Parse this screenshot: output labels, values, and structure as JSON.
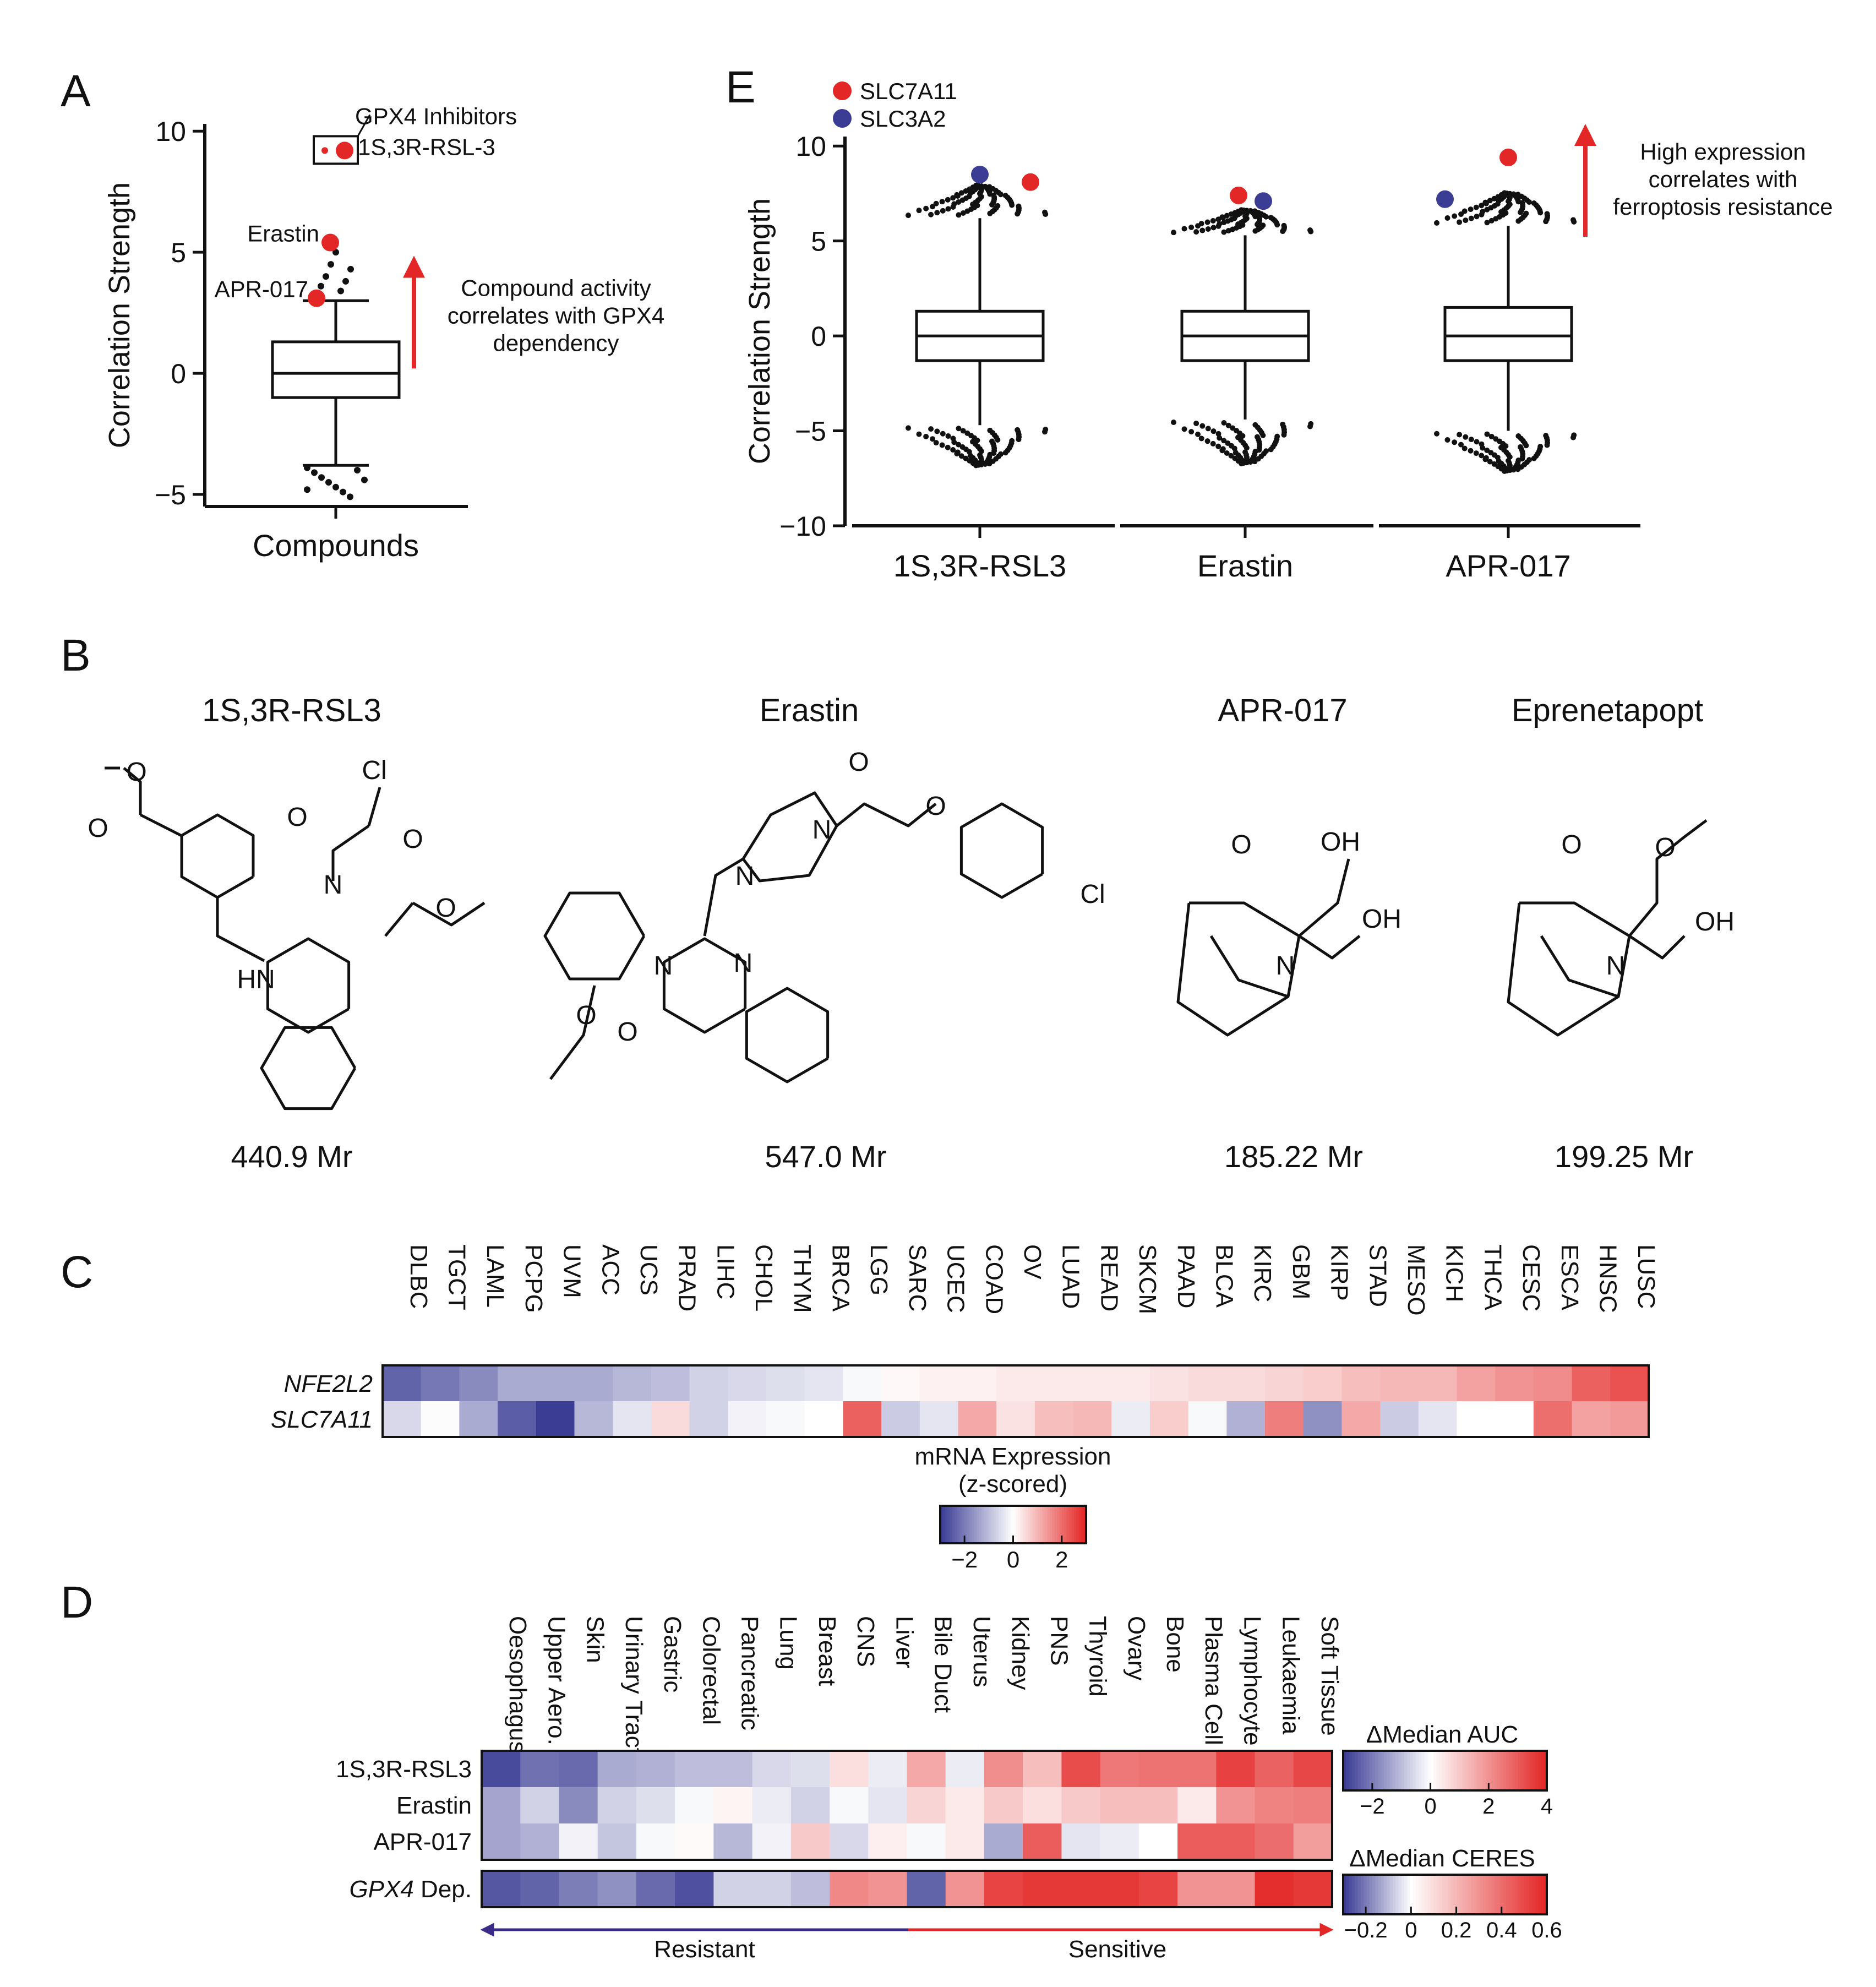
{
  "panel_letters": {
    "a": "A",
    "b": "B",
    "c": "C",
    "d": "D",
    "e": "E"
  },
  "chart_data": [
    {
      "panel": "A",
      "type": "box",
      "ylabel": "Correlation Strength",
      "xlabel": "Compounds",
      "ylim": [
        -5.5,
        10.3
      ],
      "yticks": [
        10,
        5,
        0,
        -5
      ],
      "box": {
        "median": 0.0,
        "q1": -1.0,
        "q3": 1.3,
        "whisker_low": -3.8,
        "whisker_high": 3.0
      },
      "outliers_high": [
        3.3,
        3.6,
        4.0,
        4.5,
        5.0,
        3.4,
        3.8,
        4.3
      ],
      "outliers_low": [
        -3.9,
        -4.1,
        -4.3,
        -4.5,
        -4.7,
        -4.9,
        -5.1,
        -4.0,
        -4.4,
        -4.8
      ],
      "highlighted": [
        {
          "label": "Erastin",
          "value": 5.4
        },
        {
          "label": "APR-017",
          "value": 3.1
        },
        {
          "label": "1S,3R-RSL-3",
          "value": 9.2
        }
      ],
      "box_label": "GPX4 Inhibitors",
      "annotation": [
        "Compound activity",
        "correlates with GPX4",
        "dependency"
      ]
    },
    {
      "panel": "E",
      "type": "box",
      "ylabel": "Correlation Strength",
      "ylim": [
        -10,
        10.5
      ],
      "yticks": [
        10,
        5,
        0,
        -5,
        -10
      ],
      "categories": [
        "1S,3R-RSL3",
        "Erastin",
        "APR-017"
      ],
      "boxes": [
        {
          "median": 0.0,
          "q1": -1.3,
          "q3": 1.3,
          "whisker_low": -4.7,
          "whisker_high": 6.2
        },
        {
          "median": 0.0,
          "q1": -1.3,
          "q3": 1.3,
          "whisker_low": -4.4,
          "whisker_high": 5.3
        },
        {
          "median": 0.0,
          "q1": -1.3,
          "q3": 1.5,
          "whisker_low": -5.0,
          "whisker_high": 5.8
        }
      ],
      "legend": [
        {
          "name": "SLC7A11",
          "color": "#e32726"
        },
        {
          "name": "SLC3A2",
          "color": "#3b3d95"
        }
      ],
      "highlighted": [
        {
          "category": "1S,3R-RSL3",
          "series": "SLC3A2",
          "value": 8.5
        },
        {
          "category": "1S,3R-RSL3",
          "series": "SLC7A11",
          "value": 8.1
        },
        {
          "category": "Erastin",
          "series": "SLC7A11",
          "value": 7.4
        },
        {
          "category": "Erastin",
          "series": "SLC3A2",
          "value": 7.1
        },
        {
          "category": "APR-017",
          "series": "SLC7A11",
          "value": 9.4
        },
        {
          "category": "APR-017",
          "series": "SLC3A2",
          "value": 7.2
        }
      ],
      "annotation": [
        "High expression",
        "correlates with",
        "ferroptosis resistance"
      ]
    },
    {
      "panel": "C",
      "type": "heatmap",
      "columns": [
        "DLBC",
        "TGCT",
        "LAML",
        "PCPG",
        "UVM",
        "ACC",
        "UCS",
        "PRAD",
        "LIHC",
        "CHOL",
        "THYM",
        "BRCA",
        "LGG",
        "SARC",
        "UCEC",
        "COAD",
        "OV",
        "LUAD",
        "READ",
        "SKCM",
        "PAAD",
        "BLCA",
        "KIRC",
        "GBM",
        "KIRP",
        "STAD",
        "MESO",
        "KICH",
        "THCA",
        "CESC",
        "ESCA",
        "HNSC",
        "LUSC"
      ],
      "rows": [
        "NFE2L2",
        "SLC7A11"
      ],
      "values": [
        [
          -2.4,
          -2.1,
          -1.8,
          -1.3,
          -1.3,
          -1.3,
          -1.1,
          -1.0,
          -0.7,
          -0.6,
          -0.5,
          -0.4,
          -0.1,
          0.1,
          0.2,
          0.2,
          0.3,
          0.3,
          0.3,
          0.3,
          0.4,
          0.5,
          0.5,
          0.6,
          0.7,
          0.9,
          1.0,
          1.0,
          1.3,
          1.5,
          1.6,
          2.2,
          2.4
        ],
        [
          -0.6,
          -0.05,
          -1.3,
          -2.5,
          -3.0,
          -1.1,
          -0.4,
          0.5,
          -0.7,
          -0.2,
          -0.1,
          0.0,
          2.2,
          -0.8,
          -0.4,
          1.2,
          0.4,
          0.9,
          1.0,
          -0.3,
          0.7,
          -0.1,
          -1.2,
          1.8,
          -1.7,
          1.2,
          -0.8,
          -0.4,
          0.0,
          0.0,
          2.0,
          1.3,
          1.4
        ]
      ],
      "colorbar": {
        "title": [
          "mRNA Expression",
          "(z-scored)"
        ],
        "ticks": [
          "−2",
          "0",
          "2"
        ],
        "range": [
          -3,
          3
        ]
      }
    },
    {
      "panel": "D",
      "type": "heatmap",
      "columns": [
        "Oesophagus",
        "Upper Aero.",
        "Skin",
        "Urinary Tract",
        "Gastric",
        "Colorectal",
        "Pancreatic",
        "Lung",
        "Breast",
        "CNS",
        "Liver",
        "Bile Duct",
        "Uterus",
        "Kidney",
        "PNS",
        "Thyroid",
        "Ovary",
        "Bone",
        "Plasma Cell",
        "Lymphocyte",
        "Leukaemia",
        "Soft Tissue"
      ],
      "rows": [
        "1S,3R-RSL3",
        "Erastin",
        "APR-017"
      ],
      "values": [
        [
          -2.8,
          -2.2,
          -2.3,
          -1.3,
          -1.2,
          -1.0,
          -1.0,
          -0.6,
          -0.5,
          0.6,
          -0.3,
          1.6,
          -0.3,
          2.1,
          1.2,
          3.3,
          2.5,
          2.6,
          2.6,
          3.5,
          2.9,
          3.4
        ],
        [
          -1.4,
          -0.7,
          -1.8,
          -0.7,
          -0.5,
          -0.1,
          0.2,
          -0.3,
          -0.7,
          -0.1,
          -0.4,
          0.8,
          0.4,
          1.0,
          0.6,
          1.0,
          1.2,
          1.2,
          0.4,
          2.0,
          2.3,
          2.4
        ],
        [
          -1.4,
          -1.2,
          -0.2,
          -0.9,
          -0.1,
          0.1,
          -1.1,
          -0.2,
          1.0,
          -0.6,
          0.3,
          -0.1,
          0.4,
          -1.3,
          3.0,
          -0.4,
          -0.3,
          0.0,
          3.0,
          3.0,
          2.7,
          1.8
        ]
      ],
      "colorbar": {
        "title": "ΔMedian AUC",
        "ticks": [
          "−2",
          "0",
          "2",
          "4"
        ],
        "range": [
          -3,
          4
        ]
      },
      "dependency_row": {
        "label": "GPX4 Dep.",
        "values": [
          -0.26,
          -0.24,
          -0.2,
          -0.17,
          -0.23,
          -0.27,
          -0.07,
          -0.07,
          -0.1,
          0.33,
          0.3,
          -0.24,
          0.3,
          0.52,
          0.55,
          0.55,
          0.55,
          0.52,
          0.3,
          0.3,
          0.58,
          0.55
        ],
        "colorbar": {
          "title": "ΔMedian CERES",
          "ticks": [
            "−0.2",
            "0",
            "0.2",
            "0.4",
            "0.6"
          ],
          "range": [
            -0.3,
            0.6
          ]
        }
      },
      "arrow_labels": {
        "left": "Resistant",
        "right": "Sensitive"
      }
    }
  ],
  "structures": [
    {
      "name": "1S,3R-RSL3",
      "mass": "440.9 Mr"
    },
    {
      "name": "Erastin",
      "mass": "547.0 Mr"
    },
    {
      "name": "APR-017",
      "mass": "185.22 Mr"
    },
    {
      "name": "Eprenetapopt",
      "mass": "199.25 Mr"
    }
  ],
  "atom_labels": {
    "o": "O",
    "cl": "Cl",
    "n": "N",
    "hn": "HN",
    "oh": "OH"
  },
  "colors": {
    "red": "#e32726",
    "blue": "#3b3d95",
    "green": "#3fa535",
    "atom_blue": "#3d4aa0"
  }
}
